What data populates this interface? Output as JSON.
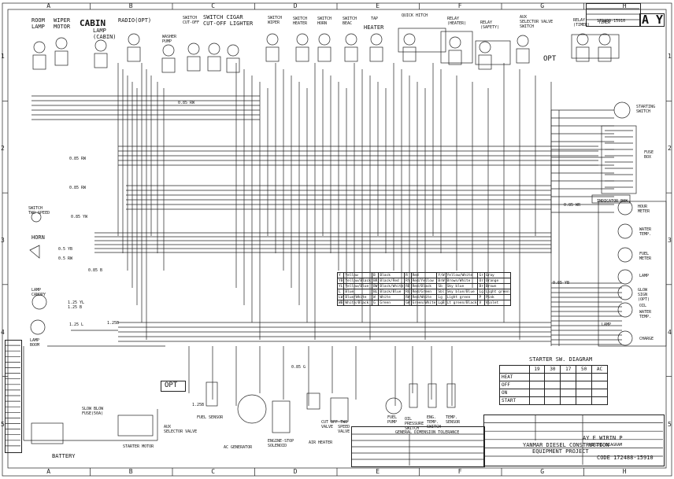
{
  "border": {
    "columns": [
      "A",
      "B",
      "C",
      "D",
      "E",
      "F",
      "G",
      "H"
    ],
    "rows": [
      "1",
      "2",
      "3",
      "4",
      "5"
    ]
  },
  "components": {
    "room_lamp": "ROOM\nLAMP",
    "wiper_motor": "WIPER\nMOTOR",
    "cabin": "CABIN",
    "lamp_cabin": "LAMP\n(CABIN)",
    "radio": "RADIO(OPT)",
    "switch_cut_off": "SWITCH\nCUT-OFF",
    "switch_cigar": "SWITCH CIGAR\nCUT-OFF LIGHTER",
    "washer_pump": "WASHER\nPUMP",
    "switch_wiper": "SWITCH\nWIPER",
    "switch_heater": "SWITCH\nHEATER",
    "switch_horn": "SWITCH\nHORN",
    "switch_beac": "SWITCH\nBEAC",
    "tap": "TAP",
    "heater": "HEATER",
    "quick_hitch": "QUICK HITCH",
    "relay_heater": "RELAY\n(HEATER)",
    "relay_safety": "RELAY\n(SAFETY)",
    "aux_valve": "AUX\nSELECTOR VALVE\nSWITCH",
    "relay_timer": "RELAY\n(TIMER)",
    "timer": "TIMER",
    "opt_top": "OPT",
    "starting_switch": "STARTING\nSWITCH",
    "fuse_box": "FUSE\nBOX",
    "indicator_box": "INDICATOR BOX",
    "hour_meter": "HOUR\nMETER",
    "water_temp": "WATER\nTEMP.",
    "fuel_meter": "FUEL\nMETER",
    "lamp": "LAMP",
    "glow": "GLOW\nSIGN\n(OPT)",
    "oil": "OIL",
    "water_temp2": "WATER\nTEMP.",
    "lamp2": "LAMP",
    "charge": "CHARGE",
    "switch_two_speed": "SWITCH\nTWO SPEED",
    "horn": "HORN",
    "lamp_canopy": "LAMP\nCANOPY",
    "lamp_boom": "LAMP\nBOOM",
    "battery": "BATTERY",
    "slow_blow": "SLOW BLOW\nFUSE(50A)",
    "starter_motor": "STARTER MOTOR",
    "opt_bottom": "OPT",
    "aux_selector": "AUX\nSELECTOR VALVE",
    "fuel_sensor": "FUEL SENSOR",
    "ac_generator": "AC GENERATOR",
    "engine_stop": "ENGINE-STOP\nSOLENOID",
    "air_heater": "AIR HEATER",
    "two_speed_valve": "CUT OFF TWO\nVALVE  SPEED\n       VALVE",
    "fuel_pump": "FUEL\nPUMP",
    "oil_pressure": "OIL\nPRESSURE\nSWITCH",
    "eng_temp": "ENG.\nTEMP.\nSWITCH",
    "temp_sensor": "TEMP.\nSENSOR"
  },
  "wire_labels": [
    "0.85 RW",
    "0.85 RW",
    "0.85 YW",
    "0.85 B",
    "1.25 YL",
    "1.25 B",
    "1.25 L",
    "1.25B",
    "0.85 G",
    "0.85 YB",
    "0.85 RW",
    "0.85 WR",
    "0.5 RW",
    "0.5 YB",
    "1.25B"
  ],
  "color_code": {
    "rows": [
      [
        "Y",
        "Yellow",
        "B",
        "Black",
        "R",
        "Red",
        "Y/W",
        "Yellow/White",
        "Gr",
        "Gray"
      ],
      [
        "YB",
        "Yellow/Black",
        "BR",
        "Black/Red",
        "RY",
        "Red/Yellow",
        "BrW",
        "Brown/White",
        "Or",
        "Orange"
      ],
      [
        "YL",
        "Yellow/Blue",
        "BW",
        "Black/White",
        "RB",
        "Red/Black",
        "Sb",
        "Sky blue",
        "Br",
        "Brown"
      ],
      [
        "L",
        "Blue",
        "BL",
        "Black/Blue",
        "RG",
        "Red/Green",
        "Sbl",
        "Sky blue/Blue",
        "Lg",
        "Light green"
      ],
      [
        "LW",
        "Blue/White",
        "W",
        "White",
        "RW",
        "Red/White",
        "Lg",
        "Light green",
        "P",
        "Pink"
      ],
      [
        "WB",
        "White/Black",
        "G",
        "Green",
        "GW",
        "Green/White",
        "LgB",
        "Lt green/Black",
        "V",
        "Violet"
      ]
    ]
  },
  "starter_sw": {
    "title": "STARTER SW. DIAGRAM",
    "header": [
      "",
      "19",
      "30",
      "17",
      "50",
      "AC"
    ],
    "rows": [
      "HEAT",
      "OFF",
      "ON",
      "START"
    ]
  },
  "tolerance": {
    "title": "GENERAL DIMENSION TOLERANCE"
  },
  "title_block": {
    "part_no": "172499-15910",
    "drawing_type": "WIRING DIAGRAM",
    "company_line1": "YANMAR DIESEL CONSTRUCTION",
    "company_line2": "EQUIPMENT PROJECT",
    "code": "CODE 172488-15910",
    "ay_tag": "A Y",
    "model": "AY E WIRIN P"
  }
}
